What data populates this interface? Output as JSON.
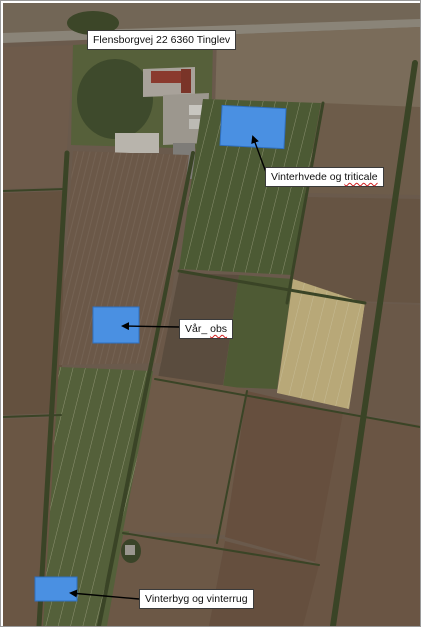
{
  "address_label": "Flensborgvej 22 6360 Tinglev",
  "plots": [
    {
      "name": "Vinterhvede og",
      "name_marked": "triticale"
    },
    {
      "name": "Vår_",
      "name_marked": "obs"
    },
    {
      "name": "Vinterbyg og vinterrug",
      "name_marked": ""
    }
  ],
  "colors": {
    "plot_marker": "#4a90e2",
    "plot_marker_border": "#2f6fc0",
    "arrow": "#000000",
    "label_border": "#3a3a3a"
  }
}
